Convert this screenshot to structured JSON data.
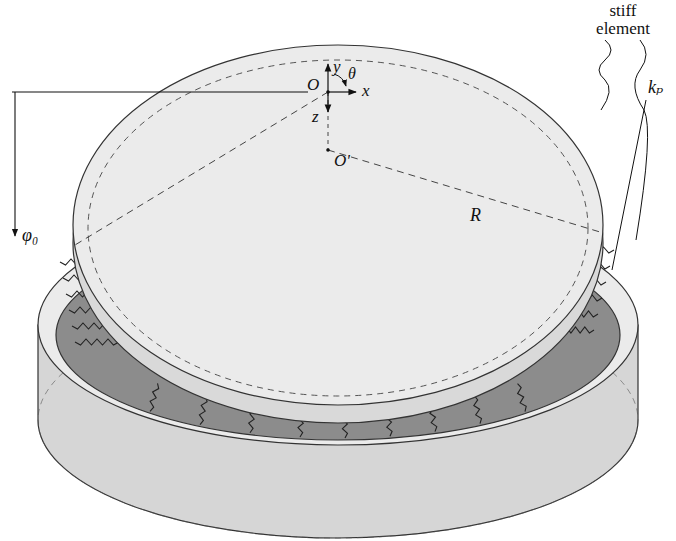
{
  "diagram": {
    "labels": [
      "stiff element",
      "y",
      "O",
      "θ",
      "x",
      "z",
      "O'",
      "R",
      "φ₀",
      "kₚ"
    ]
  }
}
